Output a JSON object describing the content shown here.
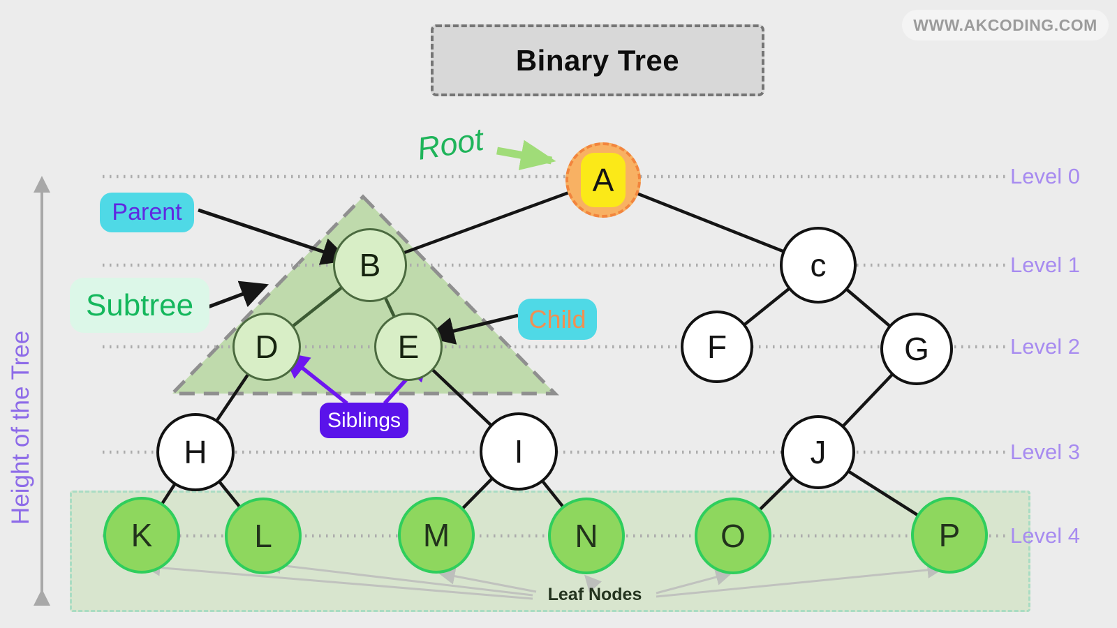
{
  "watermark": "WWW.AKCODING.COM",
  "title": "Binary Tree",
  "axis": {
    "height_label": "Height of the Tree"
  },
  "levels": [
    "Level 0",
    "Level 1",
    "Level 2",
    "Level 3",
    "Level 4"
  ],
  "annotations": {
    "root": "Root",
    "parent": "Parent",
    "subtree": "Subtree",
    "child": "Child",
    "siblings": "Siblings",
    "leaf_nodes": "Leaf Nodes"
  },
  "nodes": {
    "a": "A",
    "b": "B",
    "c": "c",
    "d": "D",
    "e": "E",
    "f": "F",
    "g": "G",
    "h": "H",
    "i": "I",
    "j": "J",
    "k": "K",
    "l": "L",
    "m": "M",
    "n": "N",
    "o": "O",
    "p": "P"
  },
  "colors": {
    "background": "#ececec",
    "root_node_fill": "#f8b163",
    "root_node_border": "#f2853d",
    "root_node_inner": "#fbe918",
    "subtree_node_fill": "#d8eec6",
    "subtree_node_border": "#4b6a3f",
    "leaf_node_fill": "#8ed75e",
    "leaf_node_border": "#2fce5c",
    "subtree_triangle_fill": "#b9d9a3",
    "cyan_tag": "#4fd9e6",
    "purple_tag": "#5a13ea",
    "mint_tag": "#dcf7e8",
    "level_text": "#a78bf0",
    "height_text": "#8d6be8",
    "root_text": "#1fb45a",
    "root_arrow": "#a0dc78"
  }
}
